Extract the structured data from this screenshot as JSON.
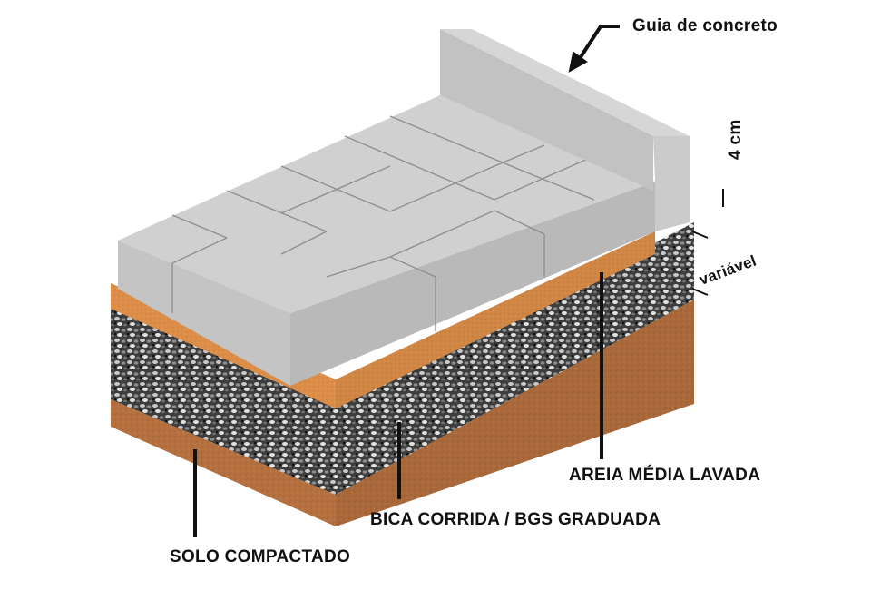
{
  "diagram": {
    "title": "Paver pavement layer cross-section",
    "labels": {
      "curb": "Guia de concreto",
      "paver_thickness": "4 cm",
      "sand_thickness": "variável",
      "sand_layer": "AREIA MÉDIA LAVADA",
      "base_layer": "BICA CORRIDA / BGS GRADUADA",
      "subgrade_layer": "SOLO COMPACTADO"
    },
    "layers": [
      {
        "name": "Paver blocks",
        "color": "#c9c9c9"
      },
      {
        "name": "AREIA MÉDIA LAVADA",
        "color": "#d98a45"
      },
      {
        "name": "BICA CORRIDA / BGS GRADUADA",
        "color": "#5a5a5a"
      },
      {
        "name": "SOLO COMPACTADO",
        "color": "#b76e3f"
      }
    ],
    "colors": {
      "paver_top": "#cfcfcf",
      "paver_side": "#bdbdbd",
      "curb_face": "#c3c3c3",
      "sand": "#d98a45",
      "gravel": "#4a4a4a",
      "soil": "#b5703f",
      "leader": "#111111"
    }
  }
}
